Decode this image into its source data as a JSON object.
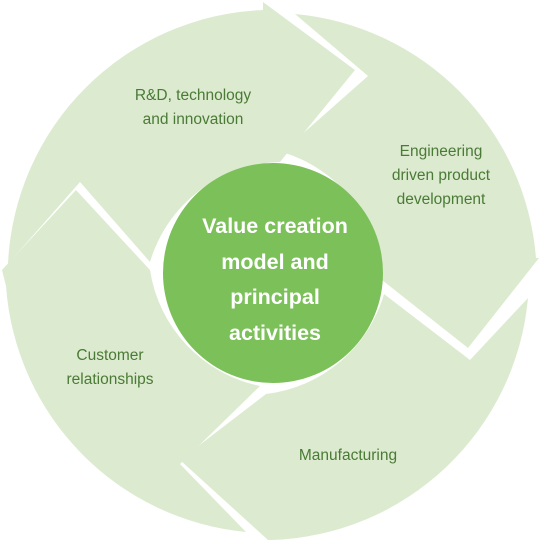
{
  "center": {
    "lines": [
      "Value creation",
      "model and",
      "principal",
      "activities"
    ]
  },
  "segments": [
    {
      "id": "rd",
      "lines": [
        "R&D, technology",
        "and innovation"
      ]
    },
    {
      "id": "eng",
      "lines": [
        "Engineering",
        "driven product",
        "development"
      ]
    },
    {
      "id": "mfg",
      "lines": [
        "Manufacturing"
      ]
    },
    {
      "id": "cust",
      "lines": [
        "Customer",
        "relationships"
      ]
    }
  ],
  "colors": {
    "segment_fill": "#dcebd0",
    "hub_fill": "#7cc05a",
    "label_text": "#4a7a35",
    "center_text": "#ffffff"
  }
}
